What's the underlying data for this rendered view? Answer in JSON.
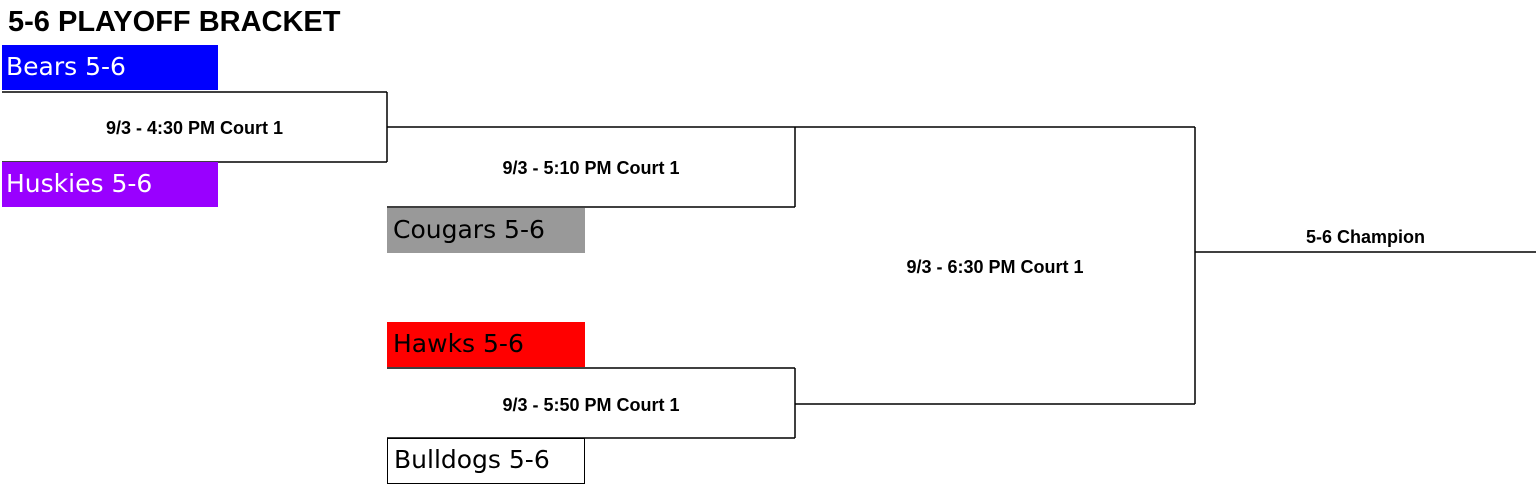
{
  "title": "5-6 PLAYOFF BRACKET",
  "teams": {
    "bears": {
      "label": "Bears 5-6",
      "color": "#0000ff"
    },
    "huskies": {
      "label": "Huskies 5-6",
      "color": "#9900ff"
    },
    "cougars": {
      "label": "Cougars 5-6",
      "color": "#999999"
    },
    "hawks": {
      "label": "Hawks 5-6",
      "color": "#ff0000"
    },
    "bulldogs": {
      "label": "Bulldogs 5-6",
      "color": "#ffffff"
    }
  },
  "games": {
    "g1": "9/3 - 4:30 PM Court 1",
    "g2": "9/3 - 5:10 PM Court 1",
    "g3": "9/3 - 5:50 PM Court 1",
    "final": "9/3 - 6:30 PM Court 1"
  },
  "champion": "5-6 Champion"
}
